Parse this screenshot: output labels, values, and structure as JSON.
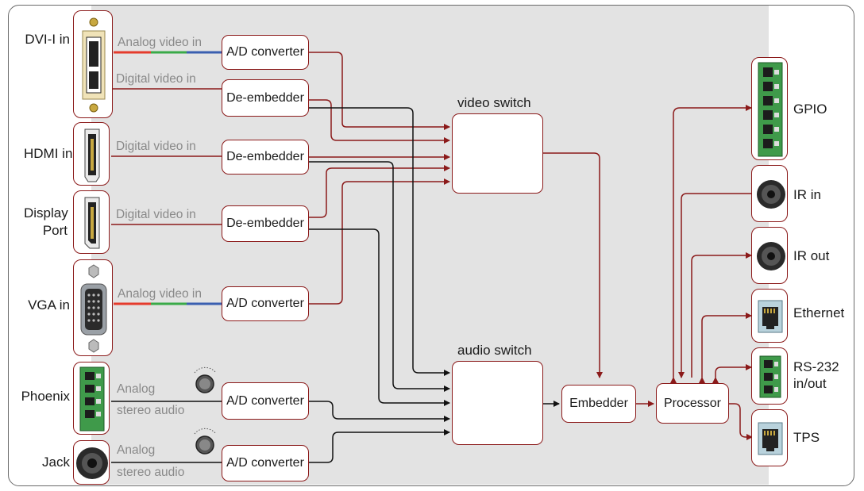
{
  "inputs": {
    "dvi": "DVI-I in",
    "hdmi": "HDMI in",
    "dp_line1": "Display",
    "dp_line2": "Port",
    "vga": "VGA in",
    "phoenix": "Phoenix",
    "jack": "Jack"
  },
  "signals": {
    "analog_video": "Analog video in",
    "digital_video": "Digital video in",
    "analog": "Analog",
    "stereo_audio": "stereo audio"
  },
  "blocks": {
    "ad_converter": "A/D converter",
    "de_embedder": "De-embedder",
    "video_switch": "video switch",
    "audio_switch": "audio switch",
    "embedder": "Embedder",
    "processor": "Processor"
  },
  "outputs": {
    "gpio": "GPIO",
    "ir_in": "IR in",
    "ir_out": "IR out",
    "ethernet": "Ethernet",
    "rs232_line1": "RS-232",
    "rs232_line2": "in/out",
    "tps": "TPS"
  },
  "colors": {
    "line_red": "#8b1a1a",
    "line_black": "#111111",
    "analog_red": "#e53b2c",
    "analog_green": "#3aaa48",
    "analog_blue": "#3a5fb0",
    "terminal_green": "#3f9a4a",
    "background_gray": "#e3e3e3"
  }
}
